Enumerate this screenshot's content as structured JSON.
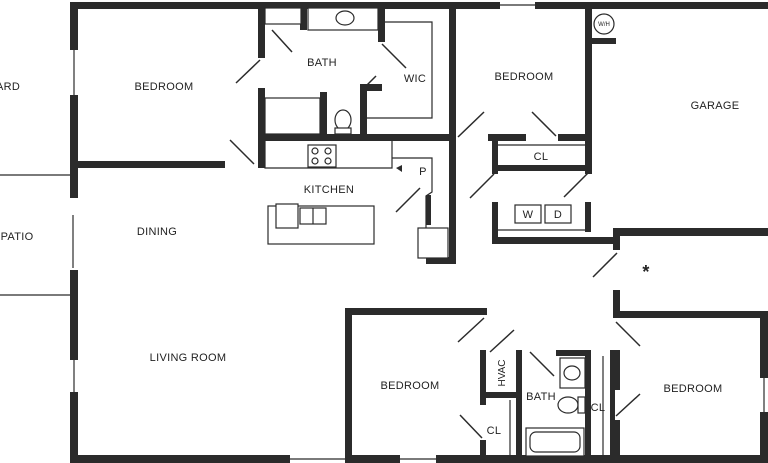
{
  "rooms": {
    "bedroom_nw": "BEDROOM",
    "bath_n": "BATH",
    "wic": "WIC",
    "bedroom_n": "BEDROOM",
    "water_heater": "W/H",
    "garage": "GARAGE",
    "closet_n": "CL",
    "pantry": "P",
    "kitchen": "KITCHEN",
    "washer": "W",
    "dryer": "D",
    "yard": "ARD",
    "patio": "PATIO",
    "dining": "DINING",
    "living_room": "LIVING ROOM",
    "bedroom_s": "BEDROOM",
    "hvac": "HVAC",
    "bath_s": "BATH",
    "closet_s": "CL",
    "closet_se": "CL",
    "bedroom_se": "BEDROOM",
    "asterisk": "*"
  },
  "colors": {
    "wall": "#2b2b2b",
    "background": "#ffffff"
  }
}
